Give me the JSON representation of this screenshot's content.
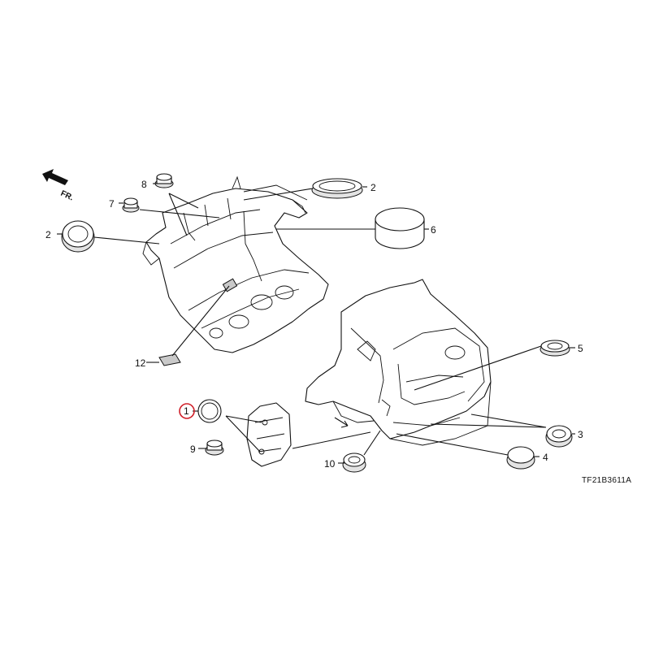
{
  "diagram": {
    "drawing_code": "TF21B3611A",
    "front_indicator": "FR.",
    "highlight_color": "#d0202a",
    "callouts": [
      {
        "id": "c1",
        "number": "1",
        "highlighted": true
      },
      {
        "id": "c2a",
        "number": "2"
      },
      {
        "id": "c2b",
        "number": "2"
      },
      {
        "id": "c3",
        "number": "3"
      },
      {
        "id": "c4",
        "number": "4"
      },
      {
        "id": "c5",
        "number": "5"
      },
      {
        "id": "c6",
        "number": "6"
      },
      {
        "id": "c7",
        "number": "7"
      },
      {
        "id": "c8",
        "number": "8"
      },
      {
        "id": "c9",
        "number": "9"
      },
      {
        "id": "c10",
        "number": "10"
      },
      {
        "id": "c12",
        "number": "12"
      }
    ]
  }
}
